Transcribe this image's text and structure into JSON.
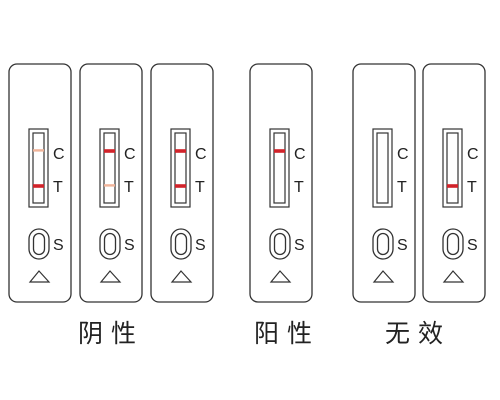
{
  "cassettes": [
    {
      "c_line": "faint",
      "t_line": "strong"
    },
    {
      "c_line": "strong",
      "t_line": "faint"
    },
    {
      "c_line": "strong",
      "t_line": "strong"
    },
    {
      "c_line": "strong",
      "t_line": "none"
    },
    {
      "c_line": "none",
      "t_line": "none"
    },
    {
      "c_line": "none",
      "t_line": "strong"
    }
  ],
  "labels": {
    "c": "C",
    "t": "T",
    "s": "S"
  },
  "captions": {
    "negative": "阴性",
    "positive": "阳性",
    "invalid": "无效"
  },
  "colors": {
    "strong": "#d1232a",
    "faint": "#f0b49a",
    "outline": "#333333"
  }
}
